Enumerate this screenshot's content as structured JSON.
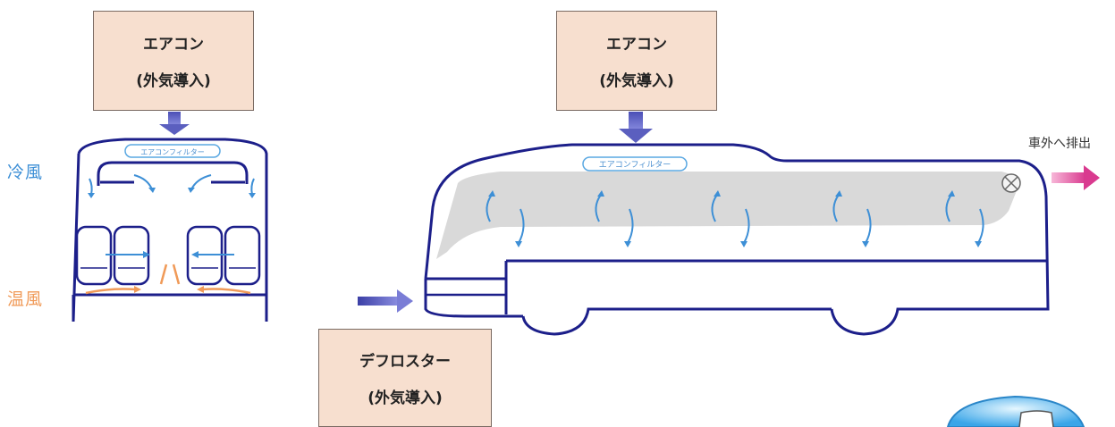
{
  "left_box": {
    "line1": "エアコン",
    "line2": "(外気導入)"
  },
  "center_box": {
    "line1": "エアコン",
    "line2": "(外気導入)"
  },
  "defroster_box": {
    "line1": "デフロスター",
    "line2": "(外気導入)"
  },
  "cold_air_label": "冷風",
  "warm_air_label": "温風",
  "exhaust_label": "車外へ排出",
  "filter_label_front": "エアコンフィルター",
  "filter_label_side": "エアコンフィルター",
  "colors": {
    "box_fill": "#f7dfcf",
    "bus_outline": "#1c1f8a",
    "intake_arrow": "#6467c7",
    "cold_air": "#3d8fd6",
    "warm_air": "#f09a58",
    "exhaust_arrow": "#e0479a",
    "cabin_air": "#d9d9d9"
  }
}
